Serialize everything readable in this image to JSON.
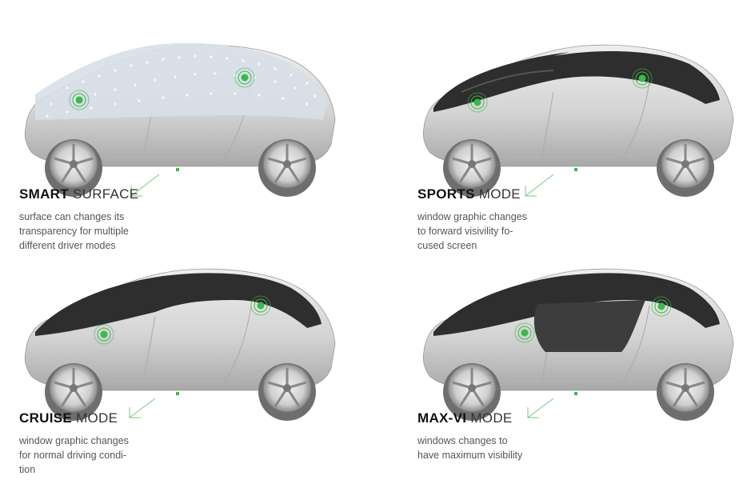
{
  "panels": [
    {
      "id": "smart-surface",
      "title_bold": "SMART",
      "title_light": "SURFACE",
      "description": "surface can changes its\ntransparency for multiple\ndifferent driver modes",
      "window_state": "dotted-transparent"
    },
    {
      "id": "sports-mode",
      "title_bold": "SPORTS",
      "title_light": "MODE",
      "description": "window graphic changes\nto forward visivility fo-\ncused screen",
      "window_state": "front-clear"
    },
    {
      "id": "cruise-mode",
      "title_bold": "CRUISE",
      "title_light": "MODE",
      "description": "window graphic changes\nfor normal driving condi-\ntion",
      "window_state": "normal"
    },
    {
      "id": "max-vi-mode",
      "title_bold": "MAX-VI",
      "title_light": "MODE",
      "description": "windows changes to\nhave maximum visibility",
      "window_state": "max-visibility"
    }
  ],
  "colors": {
    "body_light": "#e6e6e6",
    "body_mid": "#c9c9c9",
    "body_dark": "#9a9a9a",
    "glass_dark": "#2e2e2e",
    "glass_mid": "#555555",
    "sensor_green": "#3db84a",
    "arrow_green": "#7cc47f"
  }
}
